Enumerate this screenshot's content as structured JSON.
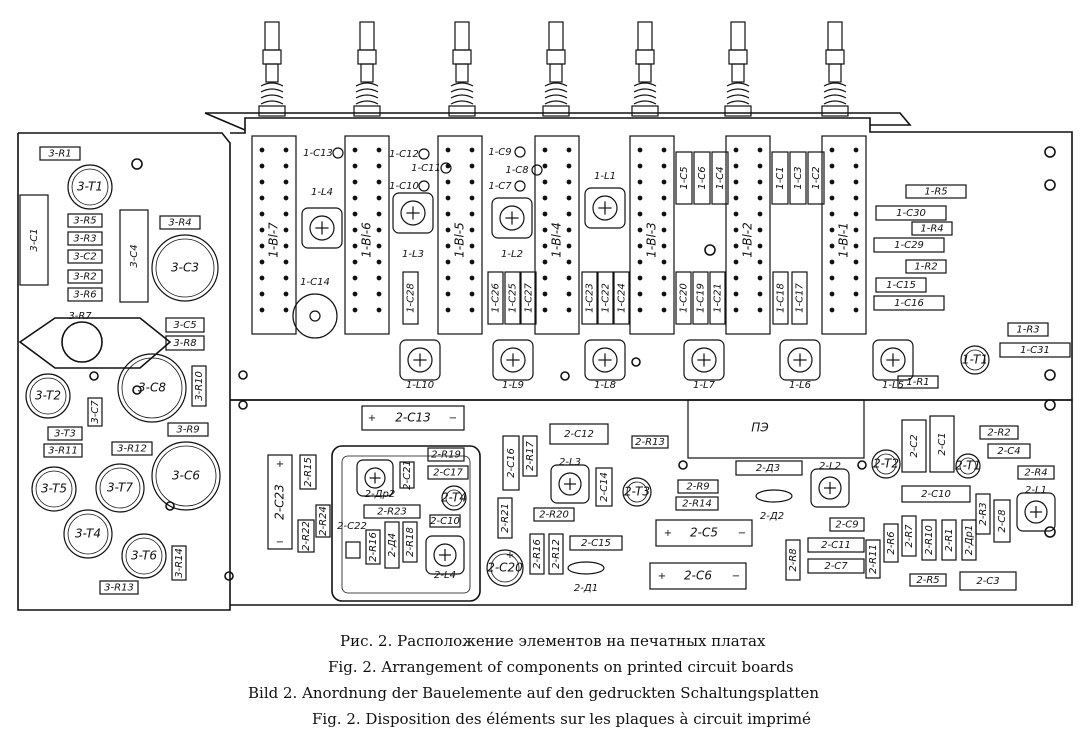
{
  "diagram": {
    "rod_count": 7,
    "board1": {
      "switches": [
        "1-Bl-7",
        "1-Bl-6",
        "1-Bl-5",
        "1-Bl-4",
        "1-Bl-3",
        "1-Bl-2",
        "1-Bl-1"
      ],
      "coils": [
        "1-L4",
        "1-L3",
        "1-L2",
        "1-L1",
        "1-L10",
        "1-L9",
        "1-L8",
        "1-L7",
        "1-L6",
        "1-L5"
      ],
      "top_small_caps": [
        "1-C13",
        "1-C12",
        "1-C11",
        "1-C10",
        "1-C9",
        "1-C8",
        "1-C7"
      ],
      "vertical_caps_upper": [
        "1-C5",
        "1-C6",
        "1-C4",
        "1-C1",
        "1-C3",
        "1-C2"
      ],
      "vertical_caps_lower": [
        "1-C28",
        "1-C26",
        "1-C25",
        "1-C27",
        "1-C23",
        "1-C22",
        "1-C24",
        "1-C20",
        "1-C19",
        "1-C21",
        "1-C18",
        "1-C17"
      ],
      "right_parts": [
        "1-R5",
        "1-C30",
        "1-R4",
        "1-C29",
        "1-R2",
        "1-C15",
        "1-C16",
        "1-R3",
        "1-C31",
        "1-R1"
      ],
      "c14": "1-C14",
      "t1": "1-T1"
    },
    "board3": {
      "labels": [
        "3-R1",
        "3-C1",
        "3-T1",
        "3-R5",
        "3-R3",
        "3-C2",
        "3-R2",
        "3-R6",
        "3-C4",
        "3-R4",
        "3-C3",
        "3-R7",
        "3-C5",
        "3-R8",
        "3-T2",
        "3-C7",
        "3-C8",
        "3-R10",
        "3-T3",
        "3-R11",
        "3-R12",
        "3-R9",
        "3-T5",
        "3-T7",
        "3-C6",
        "3-T4",
        "3-T6",
        "3-R14",
        "3-R13"
      ]
    },
    "board2": {
      "c13": "2-C13",
      "c23": "2-C23",
      "plus": "+",
      "minus": "−",
      "left_labels": [
        "2-R15",
        "2-R22",
        "2-R24"
      ],
      "inset": [
        "2-R19",
        "2-C17",
        "2-Др2",
        "2-C21",
        "2-T4",
        "2-R23",
        "2-C10",
        "2-C22",
        "2-R16",
        "2-Д4",
        "2-R18",
        "2-L4"
      ],
      "mid": [
        "2-C16",
        "2-R17",
        "2-C12",
        "2-L3",
        "2-R13",
        "2-C14",
        "2-T3",
        "2-R21",
        "2-R20",
        "2-C20",
        "2-R16",
        "2-R12",
        "2-C15",
        "2-Д1",
        "2-R9",
        "2-R14",
        "2-C5",
        "2-C6",
        "2-Д3",
        "2-Д2",
        "2-L2"
      ],
      "pe": "ПЭ",
      "right": [
        "2-T2",
        "2-C2",
        "2-C1",
        "2-R2",
        "2-C4",
        "2-T1",
        "2-R4",
        "2-C10",
        "2-L1",
        "2-R3",
        "2-C8",
        "2-C9",
        "2-R8",
        "2-C11",
        "2-R11",
        "2-R6",
        "2-R7",
        "2-R10",
        "2-R1",
        "2-Др1",
        "2-C7",
        "2-R5",
        "2-C3"
      ]
    }
  },
  "captions": {
    "ru": "Рис. 2. Расположение элементов на печатных платах",
    "en": "Fig. 2. Arrangement of components on printed circuit boards",
    "de": "Bild 2. Anordnung der Bauelemente auf den gedruckten Schaltungsplatten",
    "fr": "Fig. 2. Disposition des éléments sur les plaques à circuit imprimé"
  }
}
